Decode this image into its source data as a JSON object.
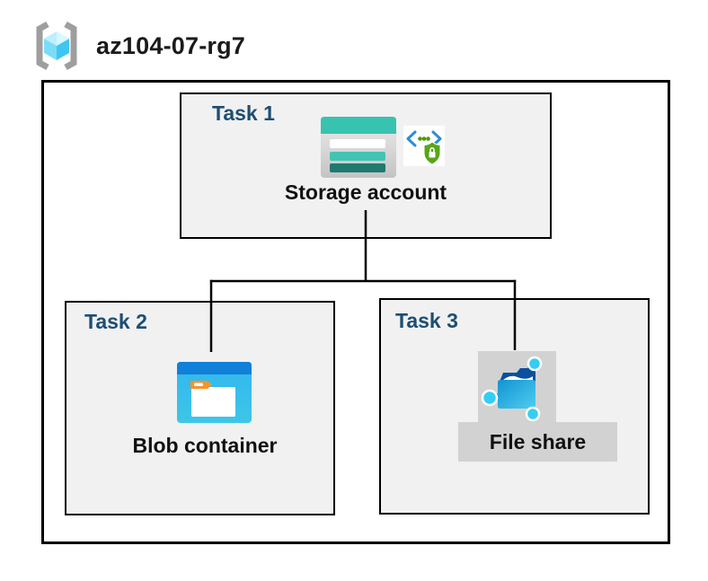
{
  "header": {
    "title": "az104-07-rg7",
    "icon": "resource-group-icon"
  },
  "resource_group": {
    "tasks": [
      {
        "label": "Task 1",
        "resource": "Storage account",
        "icons": [
          "storage-account-icon",
          "sas-icon"
        ]
      },
      {
        "label": "Task 2",
        "resource": "Blob container",
        "icons": [
          "blob-container-icon"
        ]
      },
      {
        "label": "Task 3",
        "resource": "File share",
        "icons": [
          "file-share-icon"
        ],
        "highlight": true
      }
    ],
    "connections": [
      {
        "from": "Storage account",
        "to": "Blob container"
      },
      {
        "from": "Storage account",
        "to": "File share"
      }
    ]
  },
  "colors": {
    "task_label": "#1d4e74",
    "box_fill": "#f1f1f1",
    "border": "#000000",
    "storage_teal": "#38c2b0",
    "storage_teal_dark": "#20796f",
    "blob_blue": "#1180d8",
    "blob_body": "#35b8ea",
    "tag_orange": "#f79428",
    "sas_green": "#58a618",
    "sas_blue": "#2b8dd9",
    "fileshare_blue": "#1fa6dc",
    "fileshare_navy": "#0b4f9e",
    "node_cyan": "#35cdf2",
    "highlight_gray": "#d2d2d2",
    "rg_cube_cyan": "#7bdcf7",
    "rg_bracket_gray": "#9e9e9e"
  }
}
